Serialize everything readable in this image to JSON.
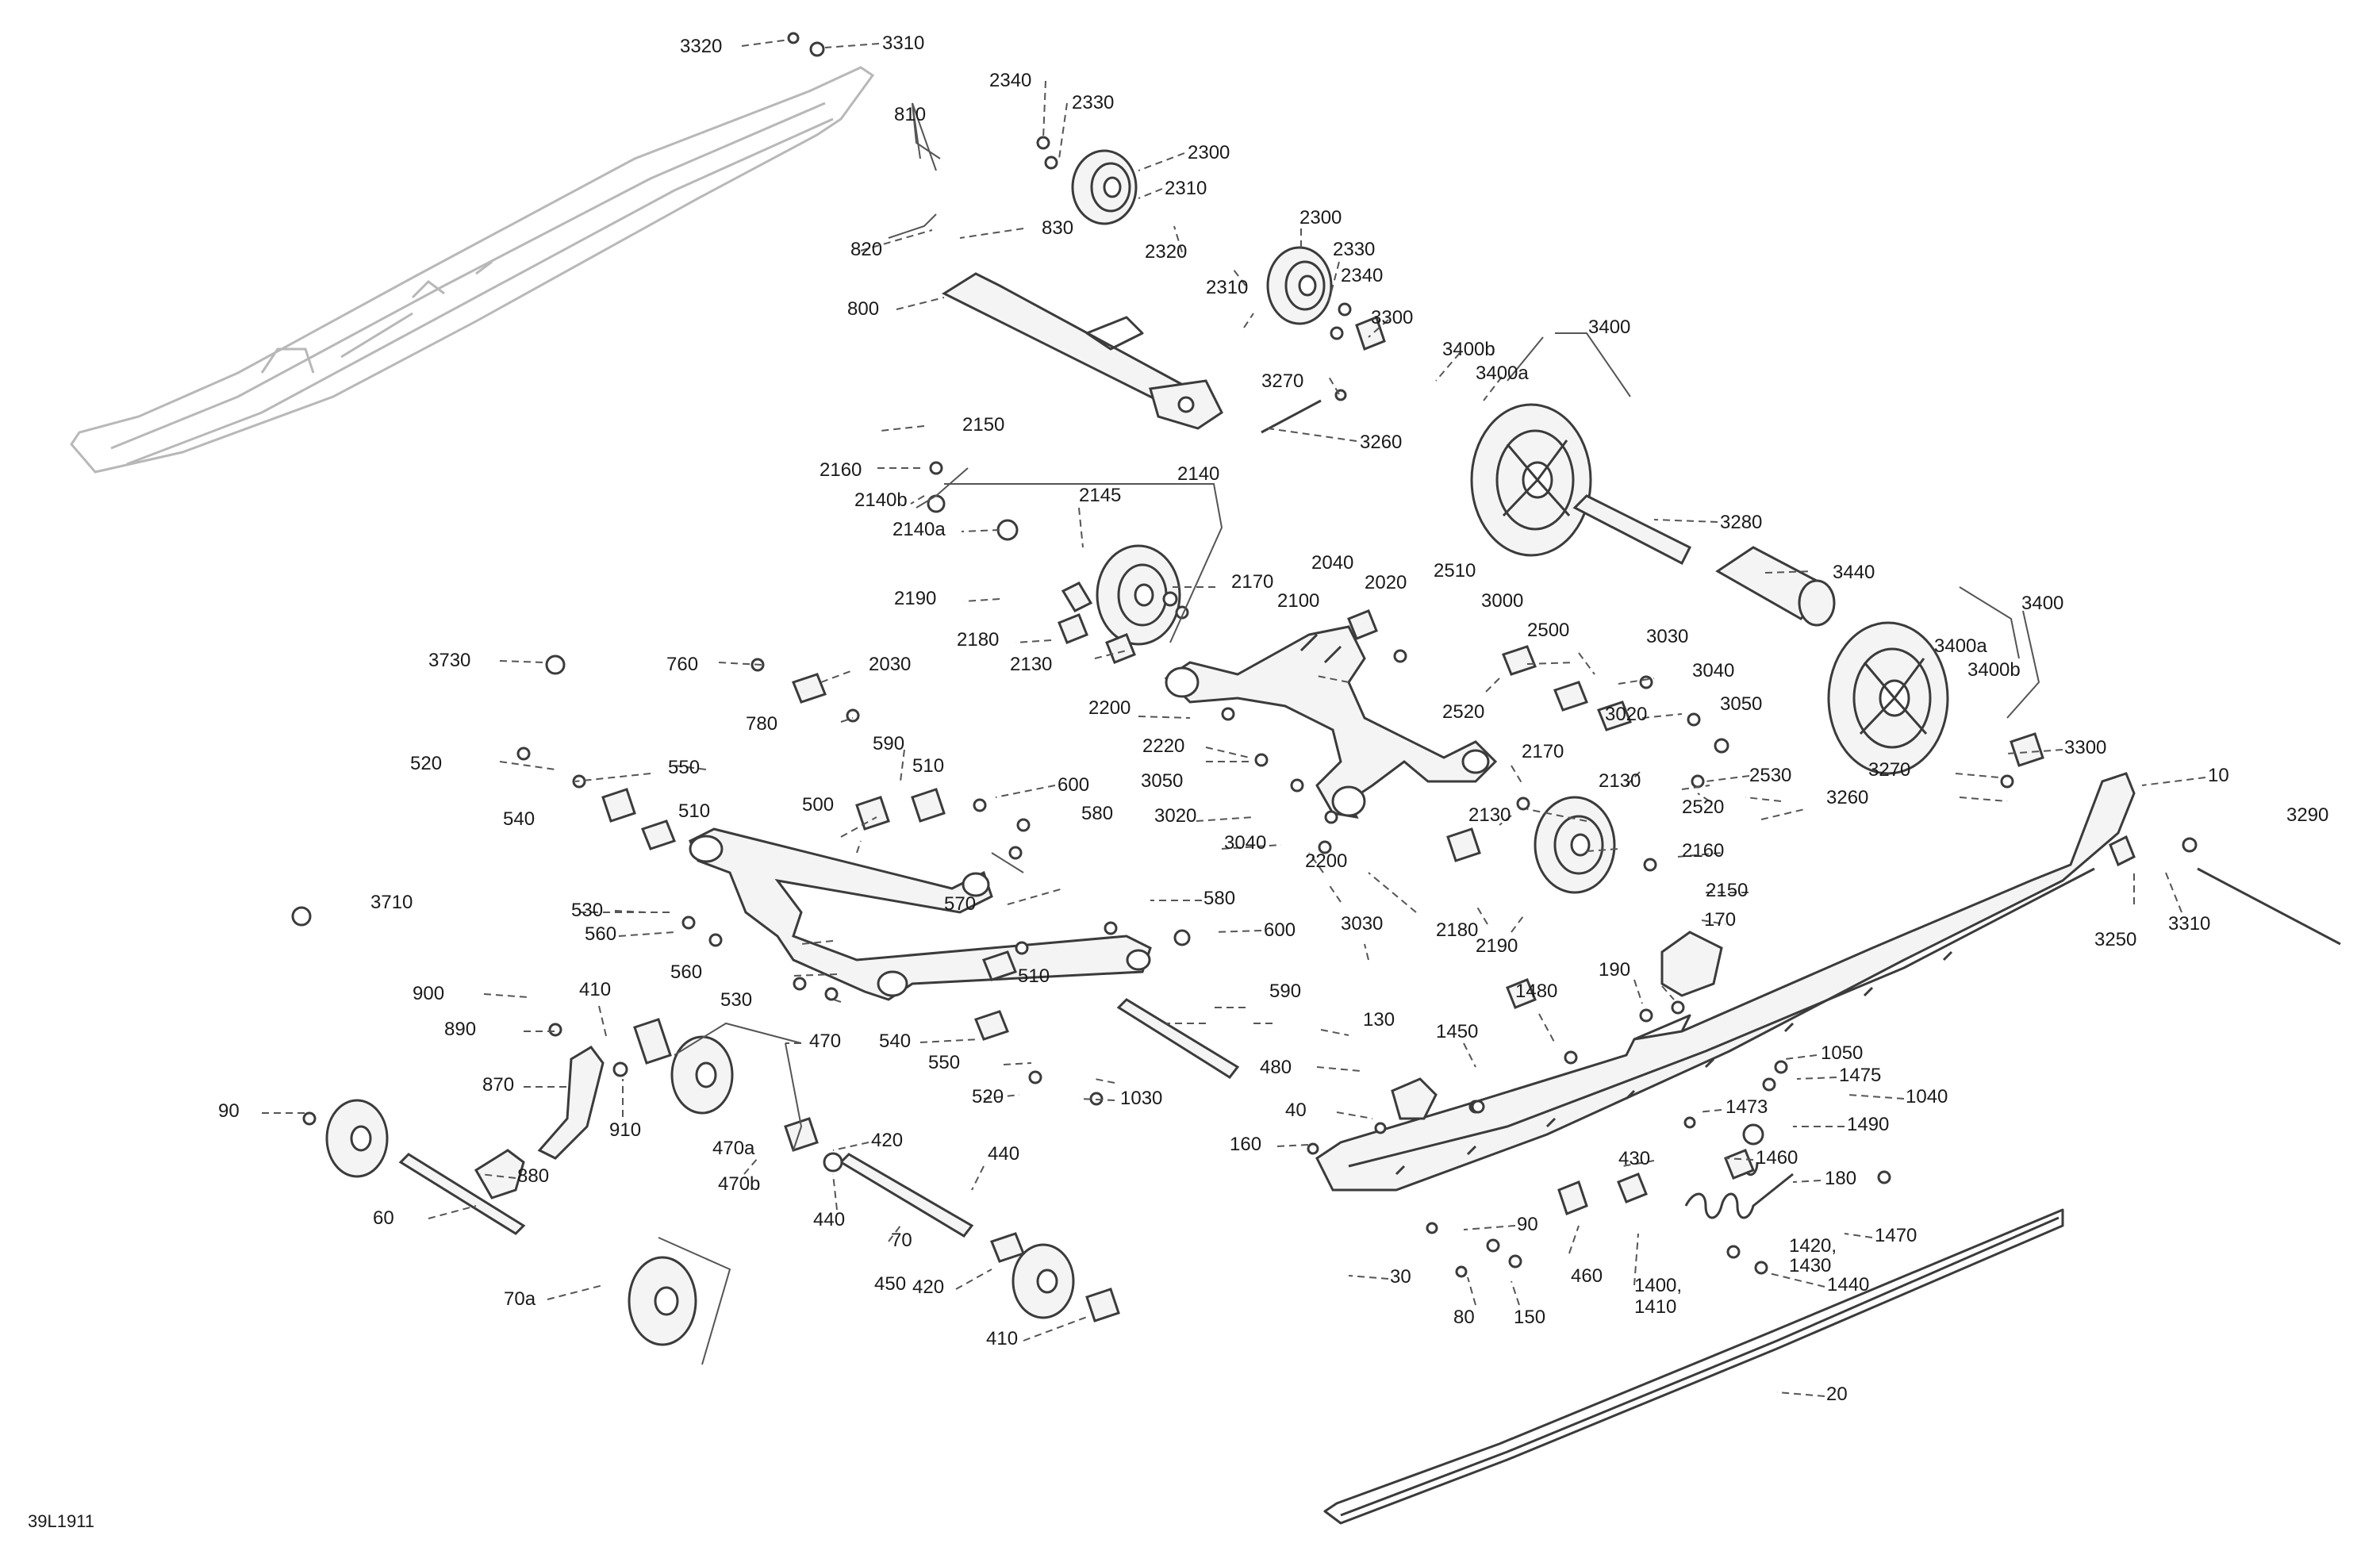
{
  "diagram": {
    "reference": "39L1911",
    "callouts": [
      "3320",
      "3310",
      "2340",
      "2330",
      "810",
      "2300",
      "2310",
      "820",
      "830",
      "2320",
      "2300",
      "2330",
      "2340",
      "2310",
      "800",
      "3300",
      "3400",
      "3270",
      "3400b",
      "3400a",
      "3260",
      "2150",
      "2140",
      "2160",
      "2140b",
      "2145",
      "2140a",
      "3280",
      "2170",
      "2190",
      "2180",
      "2040",
      "2020",
      "2510",
      "2100",
      "3000",
      "2130",
      "3440",
      "3400",
      "3730",
      "760",
      "2030",
      "3030",
      "3040",
      "3400a",
      "3400b",
      "2500",
      "3050",
      "2200",
      "780",
      "2520",
      "3020",
      "2220",
      "2170",
      "590",
      "3300",
      "520",
      "550",
      "510",
      "3270",
      "2530",
      "3050",
      "2130",
      "2520",
      "10",
      "600",
      "3260",
      "3020",
      "500",
      "510",
      "580",
      "540",
      "2130",
      "3040",
      "3290",
      "2200",
      "2160",
      "570",
      "2180",
      "3030",
      "3710",
      "580",
      "2150",
      "530",
      "600",
      "170",
      "2190",
      "3250",
      "3310",
      "560",
      "560",
      "510",
      "190",
      "900",
      "410",
      "530",
      "590",
      "1480",
      "470",
      "130",
      "890",
      "540",
      "1450",
      "480",
      "550",
      "520",
      "1050",
      "1475",
      "1030",
      "870",
      "910",
      "40",
      "1040",
      "470a",
      "420",
      "1473",
      "90",
      "160",
      "1490",
      "880",
      "1460",
      "440",
      "470b",
      "440",
      "430",
      "180",
      "60",
      "90",
      "1420,",
      "1430",
      "70",
      "450",
      "460",
      "1470",
      "420",
      "1400,",
      "1410",
      "1440",
      "70a",
      "30",
      "80",
      "150",
      "410",
      "20"
    ]
  }
}
